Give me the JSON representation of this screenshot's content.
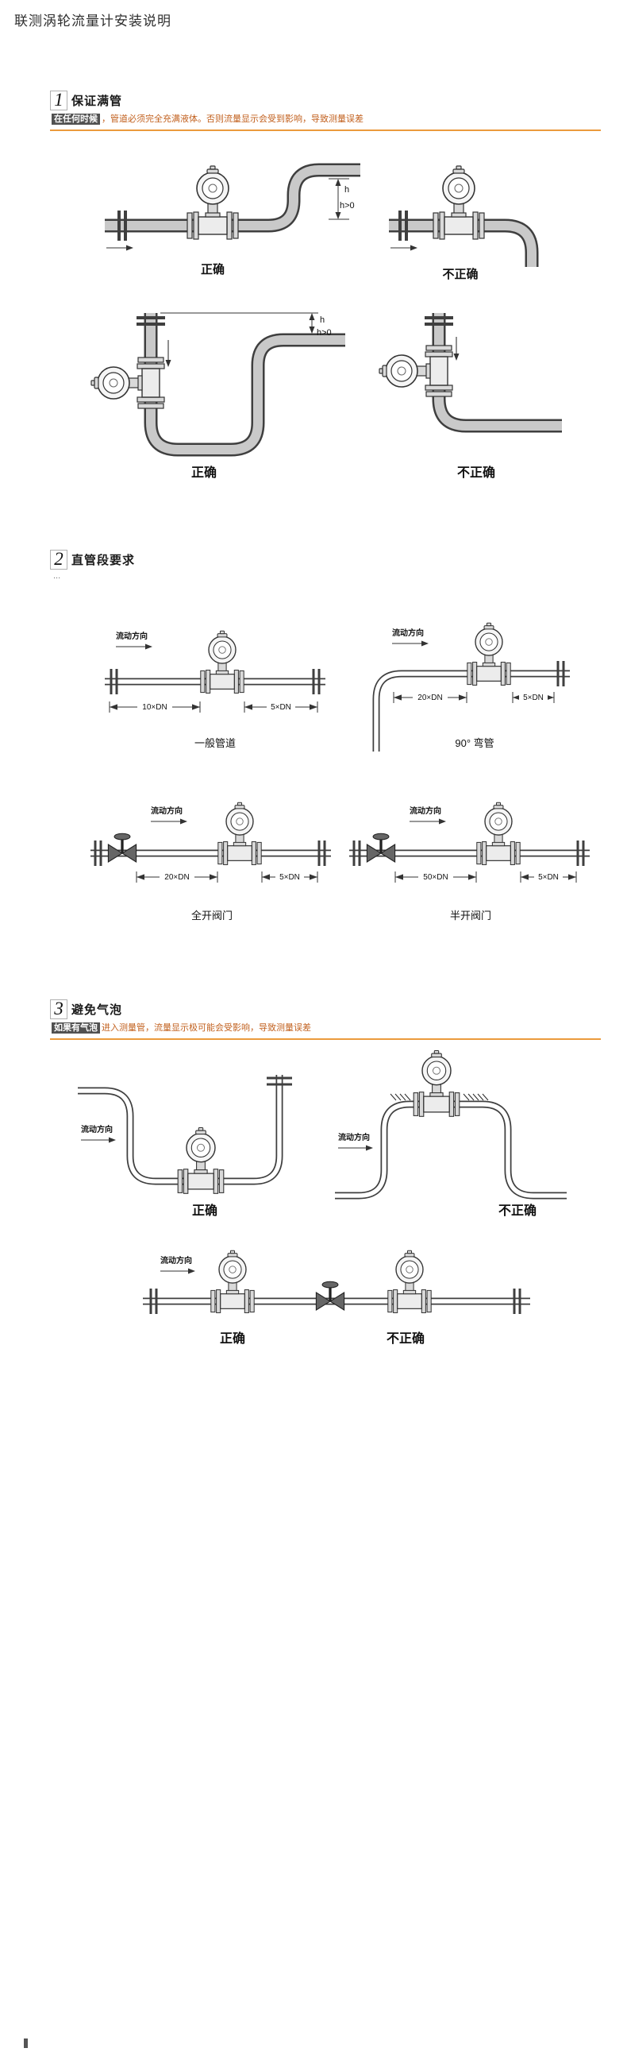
{
  "page": {
    "title": "联测涡轮流量计安装说明"
  },
  "common": {
    "correct": "正确",
    "incorrect": "不正确",
    "flow_direction": "流动方向",
    "h": "h",
    "h_gt_0": "h>0"
  },
  "colors": {
    "accent_rule": "#eb9a3c",
    "note_text": "#c2601e",
    "chip_bg": "#515151"
  },
  "section1": {
    "number": "1",
    "title": "保证满管",
    "note_highlight": "在任何时候",
    "note_rest": "，管道必须完全充满液体。否则流量显示会受到影响，导致测量误差"
  },
  "section2": {
    "number": "2",
    "title": "直管段要求",
    "note": "...",
    "diagrams": [
      {
        "dim_up": "10×DN",
        "dim_down": "5×DN",
        "caption": "一般管道"
      },
      {
        "dim_up": "20×DN",
        "dim_down": "5×DN",
        "caption": "90° 弯管"
      },
      {
        "dim_up": "20×DN",
        "dim_down": "5×DN",
        "caption": "全开阀门"
      },
      {
        "dim_up": "50×DN",
        "dim_down": "5×DN",
        "caption": "半开阀门"
      }
    ]
  },
  "section3": {
    "number": "3",
    "title": "避免气泡",
    "note_highlight": "如果有气泡",
    "note_rest": "进入测量管，流量显示极可能会受影响，导致测量误差"
  }
}
